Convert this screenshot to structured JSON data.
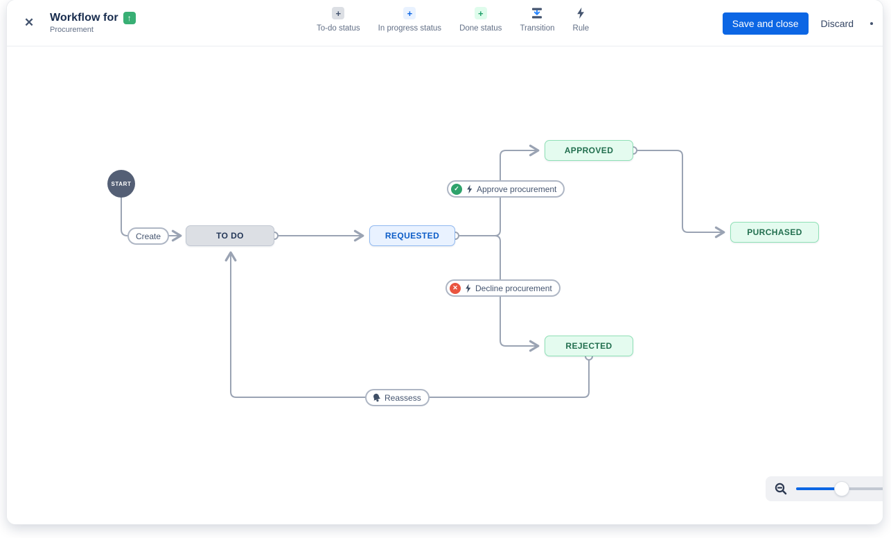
{
  "header": {
    "close_glyph": "✕",
    "title": "Workflow for",
    "title_icon_glyph": "↑",
    "subtitle": "Procurement",
    "save_label": "Save and close",
    "discard_label": "Discard"
  },
  "toolbar": {
    "items": [
      {
        "label": "To-do status",
        "glyph": "+",
        "icon": "add-todo-status"
      },
      {
        "label": "In progress status",
        "glyph": "+",
        "icon": "add-in-progress-status"
      },
      {
        "label": "Done status",
        "glyph": "+",
        "icon": "add-done-status"
      },
      {
        "label": "Transition",
        "icon": "transition-arrow"
      },
      {
        "label": "Rule",
        "icon": "lightning-bolt"
      }
    ]
  },
  "diagram": {
    "start": {
      "label": "START"
    },
    "statuses": [
      {
        "label": "TO DO",
        "category": "todo"
      },
      {
        "label": "REQUESTED",
        "category": "in-progress"
      },
      {
        "label": "APPROVED",
        "category": "done"
      },
      {
        "label": "PURCHASED",
        "category": "done"
      },
      {
        "label": "REJECTED",
        "category": "done"
      }
    ],
    "transitions": [
      {
        "label": "Create"
      },
      {
        "label": "Approve procurement",
        "badges": [
          "approve-check-circle",
          "rule-lightning"
        ]
      },
      {
        "label": "Decline procurement",
        "badges": [
          "decline-x-circle",
          "rule-lightning"
        ]
      },
      {
        "label": "Reassess",
        "badges": [
          "notification-bell"
        ]
      }
    ],
    "badge_glyphs": {
      "check": "✓",
      "x": "✕"
    }
  },
  "colors": {
    "primary_button": "#0c66e4",
    "todo_status": "#dcdfe4",
    "in_progress_status": "#e9f2ff",
    "done_status": "#e4fbef",
    "edge_line": "#9aa3b3",
    "start_node": "#545f75",
    "title_icon": "#38af74"
  }
}
